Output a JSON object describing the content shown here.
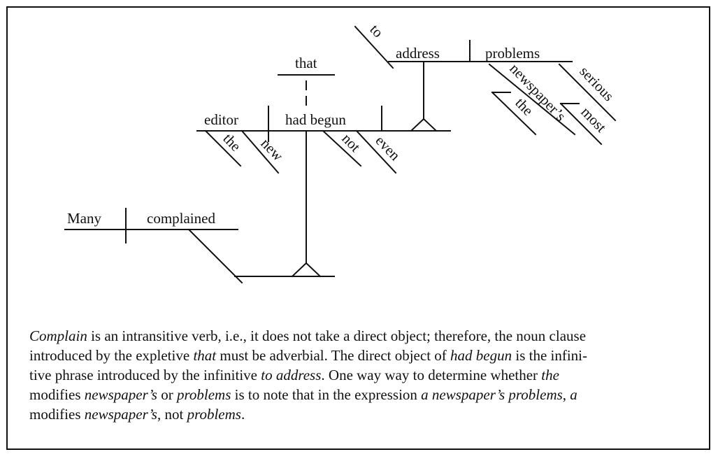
{
  "diagram": {
    "words": {
      "many": "Many",
      "complained": "complained",
      "editor": "editor",
      "had_begun": "had begun",
      "that": "that",
      "to": "to",
      "address": "address",
      "problems": "problems",
      "the_1": "the",
      "new": "new",
      "not": "not",
      "even": "even",
      "newspapers": "newspaper’s",
      "the_2": "the",
      "serious": "serious",
      "most": "most"
    }
  },
  "caption": {
    "lines": [
      [
        {
          "text": "Complain",
          "italic": true
        },
        {
          "text": " is an intransitive verb, i.e., it does not take a direct object; therefore, the noun clause",
          "italic": false
        }
      ],
      [
        {
          "text": "introduced by the expletive ",
          "italic": false
        },
        {
          "text": "that",
          "italic": true
        },
        {
          "text": " must be adverbial. The direct object of ",
          "italic": false
        },
        {
          "text": "had begun",
          "italic": true
        },
        {
          "text": " is the infini-",
          "italic": false
        }
      ],
      [
        {
          "text": "tive phrase introduced by the infinitive ",
          "italic": false
        },
        {
          "text": "to address",
          "italic": true
        },
        {
          "text": ". One way way to determine whether ",
          "italic": false
        },
        {
          "text": "the",
          "italic": true
        }
      ],
      [
        {
          "text": "modifies ",
          "italic": false
        },
        {
          "text": "newspaper’s",
          "italic": true
        },
        {
          "text": " or ",
          "italic": false
        },
        {
          "text": "problems",
          "italic": true
        },
        {
          "text": " is to note that in the expression ",
          "italic": false
        },
        {
          "text": "a newspaper’s problems",
          "italic": true
        },
        {
          "text": ", ",
          "italic": false
        },
        {
          "text": "a",
          "italic": true
        }
      ],
      [
        {
          "text": "modifies ",
          "italic": false
        },
        {
          "text": "newspaper’s",
          "italic": true
        },
        {
          "text": ", not ",
          "italic": false
        },
        {
          "text": "problems",
          "italic": true
        },
        {
          "text": ".",
          "italic": false
        }
      ]
    ]
  }
}
